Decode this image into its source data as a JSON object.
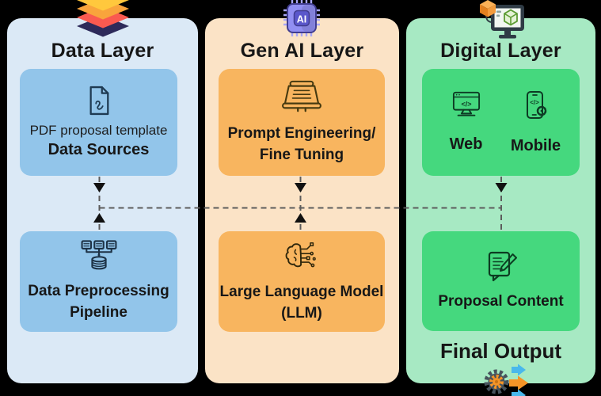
{
  "page": {
    "background_color": "#000000",
    "text_color": "#1b1b1b"
  },
  "connectors": {
    "style": "dashed",
    "line_color": "#5c5c5c",
    "arrow_color": "#111111"
  },
  "columns": [
    {
      "title": "Data Layer",
      "header_icon": "layers-stack-icon",
      "panel_color": "#dbe9f6",
      "box_color": "#92c5ea",
      "top_box": {
        "icon": "pdf-file-icon",
        "subtitle": "PDF proposal template",
        "title": "Data Sources"
      },
      "bottom_box": {
        "icon": "data-pipeline-icon",
        "line1": "Data Preprocessing",
        "line2": "Pipeline"
      }
    },
    {
      "title": "Gen AI Layer",
      "header_icon": "ai-chip-icon",
      "panel_color": "#fbe3c6",
      "box_color": "#f8b55f",
      "top_box": {
        "icon": "prompt-scroll-icon",
        "line1": "Prompt Engineering/",
        "line2": "Fine Tuning"
      },
      "bottom_box": {
        "icon": "brain-circuit-icon",
        "line1": "Large Language Model",
        "line2": "(LLM)"
      }
    },
    {
      "title": "Digital Layer",
      "header_icon": "digital-device-icon",
      "panel_color": "#a7e9c3",
      "box_color": "#45d87e",
      "top_box": {
        "web_icon": "web-monitor-icon",
        "web_label": "Web",
        "mobile_icon": "mobile-gear-icon",
        "mobile_label": "Mobile"
      },
      "bottom_box": {
        "icon": "proposal-edit-icon",
        "title": "Proposal Content"
      },
      "footer_label": "Final Output",
      "footer_icon": "gears-arrows-icon"
    }
  ],
  "icon_glyphs": {
    "ai_chip_label": "AI",
    "web_code_glyph": "</>",
    "mobile_code_glyph": "</>"
  }
}
